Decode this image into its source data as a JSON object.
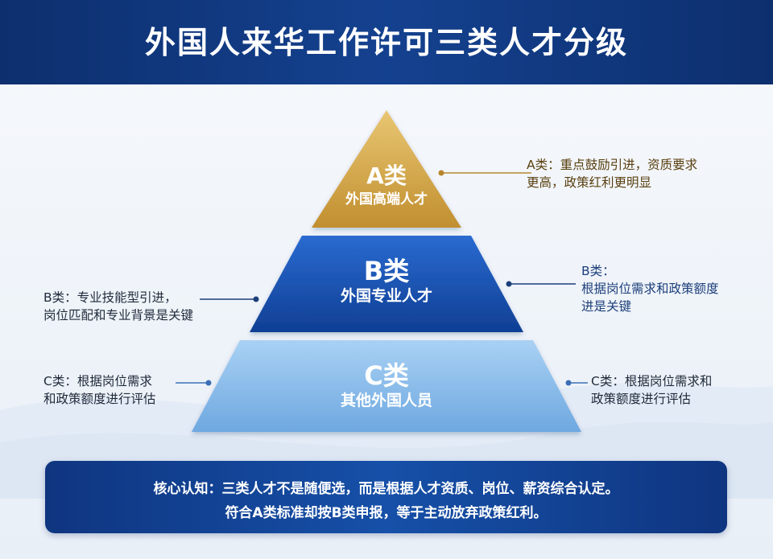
{
  "header": {
    "title": "外国人来华工作许可三类人才分级"
  },
  "tiers": [
    {
      "name": "A类",
      "subtitle": "外国高端人才",
      "color": "#d4a84a",
      "note_right": "A类：重点鼓励引进，资质要求\n更高，政策红利更明显"
    },
    {
      "name": "B类",
      "subtitle": "外国专业人才",
      "color": "#1a56b0",
      "note_left": "B类：专业技能型引进，\n岗位匹配和专业背景是关键",
      "note_right": "B类：\n根据岗位需求和政策额度\n进是关键"
    },
    {
      "name": "C类",
      "subtitle": "其他外国人员",
      "color": "#8fc0ea",
      "note_left": "C类：根据岗位需求\n和政策额度进行评估",
      "note_right": "C类：根据岗位需求和\n政策额度进行评估"
    }
  ],
  "summary": {
    "label": "核心认知：",
    "line1": "三类人才不是随便选，而是根据人才资质、岗位、薪资综合认定。",
    "line2": "符合A类标准却按B类申报，等于主动放弃政策红利。"
  }
}
